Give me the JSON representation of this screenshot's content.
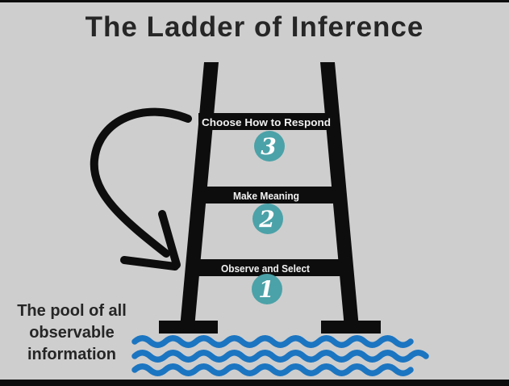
{
  "title": "The Ladder of Inference",
  "ladder": {
    "rungs": [
      {
        "label": "Choose How to Respond",
        "step": "3"
      },
      {
        "label": "Make Meaning",
        "step": "2"
      },
      {
        "label": "Observe and Select",
        "step": "1"
      }
    ]
  },
  "pool_caption": {
    "line1": "The pool of all",
    "line2": "observable",
    "line3": "information"
  },
  "colors": {
    "bg": "#cecece",
    "ink": "#0d0d0d",
    "text": "#262626",
    "teal": "#4ba2a8",
    "wave": "#1b75c1",
    "rung_label": "#f2f2f2"
  }
}
